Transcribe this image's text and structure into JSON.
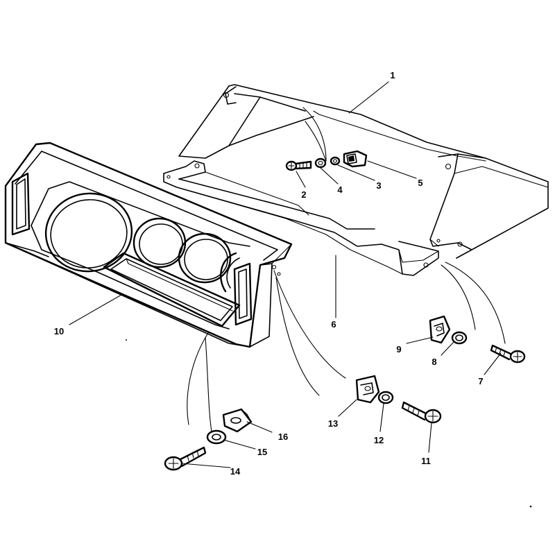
{
  "callouts": [
    {
      "id": "1",
      "text": "1"
    },
    {
      "id": "2",
      "text": "2"
    },
    {
      "id": "3",
      "text": "3"
    },
    {
      "id": "4",
      "text": "4"
    },
    {
      "id": "5",
      "text": "5"
    },
    {
      "id": "6",
      "text": "6"
    },
    {
      "id": "7",
      "text": "7"
    },
    {
      "id": "8",
      "text": "8"
    },
    {
      "id": "9",
      "text": "9"
    },
    {
      "id": "10",
      "text": "10"
    },
    {
      "id": "11",
      "text": "11"
    },
    {
      "id": "12",
      "text": "12"
    },
    {
      "id": "13",
      "text": "13"
    },
    {
      "id": "14",
      "text": "14"
    },
    {
      "id": "15",
      "text": "15"
    },
    {
      "id": "16",
      "text": "16"
    }
  ],
  "line_color": "#000000",
  "background_color": "#ffffff"
}
